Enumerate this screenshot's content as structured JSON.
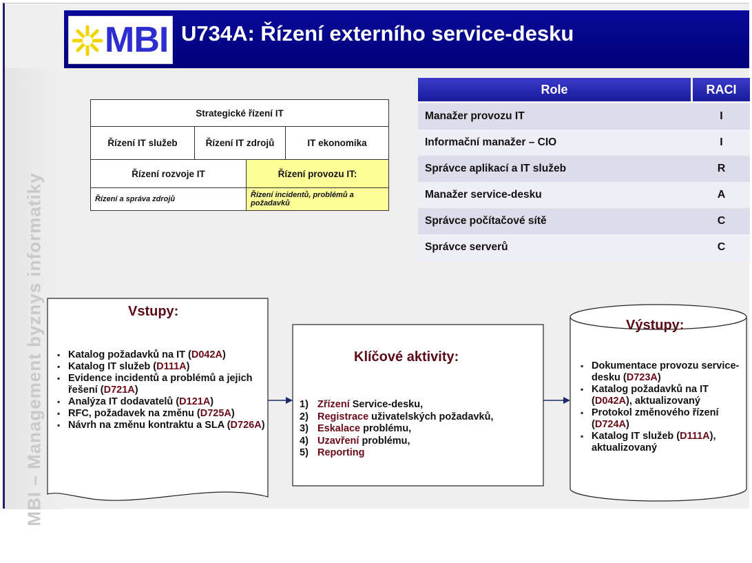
{
  "sidebar": {
    "text": "MBI – Management byznys informatiky"
  },
  "header": {
    "logo_text": "MBI",
    "title": "U734A: Řízení externího service-desku"
  },
  "org_chart": {
    "top": "Strategické řízení IT",
    "row2": [
      "Řízení IT služeb",
      "Řízení IT zdrojů",
      "IT ekonomika"
    ],
    "row3_left": "Řízení rozvoje IT",
    "row3_right": "Řízení provozu IT:",
    "row4_left": "Řízení a správa zdrojů",
    "row4_right": "Řízení incidentů, problémů a požadavků"
  },
  "raci": {
    "header_role": "Role",
    "header_raci": "RACI",
    "rows": [
      {
        "role": "Manažer provozu IT",
        "value": "I"
      },
      {
        "role": "Informační manažer – CIO",
        "value": "I"
      },
      {
        "role": "Správce aplikací a IT služeb",
        "value": "R"
      },
      {
        "role": "Manažer service-desku",
        "value": "A"
      },
      {
        "role": "Správce počítačové sítě",
        "value": "C"
      },
      {
        "role": "Správce serverů",
        "value": "C"
      }
    ]
  },
  "inputs": {
    "title": "Vstupy:",
    "items": [
      {
        "text": "Katalog požadavků na IT (",
        "code": "D042A",
        "end": ")"
      },
      {
        "text": "Katalog IT služeb (",
        "code": "D111A",
        "end": ")"
      },
      {
        "text": "Evidence incidentů a problémů a jejich řešení (",
        "code": "D721A",
        "end": ")"
      },
      {
        "text": "Analýza IT dodavatelů (",
        "code": "D121A",
        "end": ")"
      },
      {
        "text": "RFC, požadavek na změnu (",
        "code": "D725A",
        "end": ")"
      },
      {
        "text": "Návrh na změnu kontraktu a SLA (",
        "code": "D726A",
        "end": ")"
      }
    ]
  },
  "activities": {
    "title": "Klíčové aktivity:",
    "items": [
      {
        "num": "1)",
        "highlight": "Zřízení",
        "rest": " Service-desku,"
      },
      {
        "num": "2)",
        "highlight": "Registrace",
        "rest": " uživatelských požadavků,"
      },
      {
        "num": "3)",
        "highlight": "Eskalace",
        "rest": " problému,"
      },
      {
        "num": "4)",
        "highlight": "Uzavření",
        "rest": " problému,"
      },
      {
        "num": "5)",
        "highlight": "Reporting",
        "rest": ""
      }
    ]
  },
  "outputs": {
    "title": "Výstupy:",
    "items": [
      {
        "text": "Dokumentace provozu service-desku (",
        "code": "D723A",
        "end": ")"
      },
      {
        "text": "Katalog požadavků na IT (",
        "code": "D042A",
        "end": "), aktualizovaný"
      },
      {
        "text": "Protokol změnového řízení (",
        "code": "D724A",
        "end": ")"
      },
      {
        "text": "Katalog IT služeb (",
        "code": "D111A",
        "end": "), aktualizovaný"
      }
    ]
  },
  "colors": {
    "header_blue": "#00007a",
    "logo_blue": "#2d2dd0",
    "sun_yellow": "#f0d400",
    "highlight_yellow": "#ffff99",
    "code_red": "#6a0a16",
    "raci_row_odd": "#dcdceb",
    "raci_row_even": "#eeeef6"
  }
}
